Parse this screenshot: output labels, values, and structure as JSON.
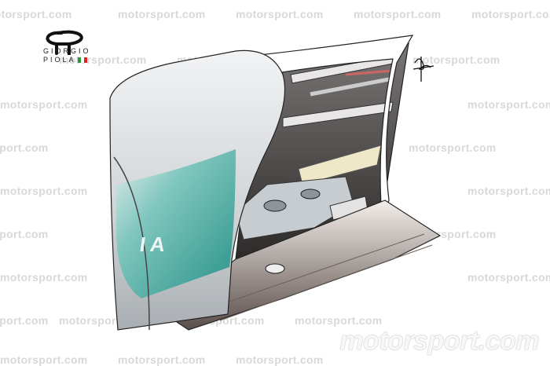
{
  "image": {
    "description": "Technical illustration of an F1 car sidepod with bodywork partially cut away showing internal components (cooling, exhaust/floor elements)",
    "colors": {
      "bodywork_silver": "#d6d9dc",
      "livery_teal": "#2fa59a",
      "internal_dark": "#3a3a3a",
      "background": "#ffffff"
    }
  },
  "logo": {
    "line1": "GIORGIO",
    "line2": "PIOLA"
  },
  "livery_text": "IA",
  "watermark": {
    "text": "motorsport.com"
  },
  "brand_mark": {
    "text": "motorsport.com"
  }
}
